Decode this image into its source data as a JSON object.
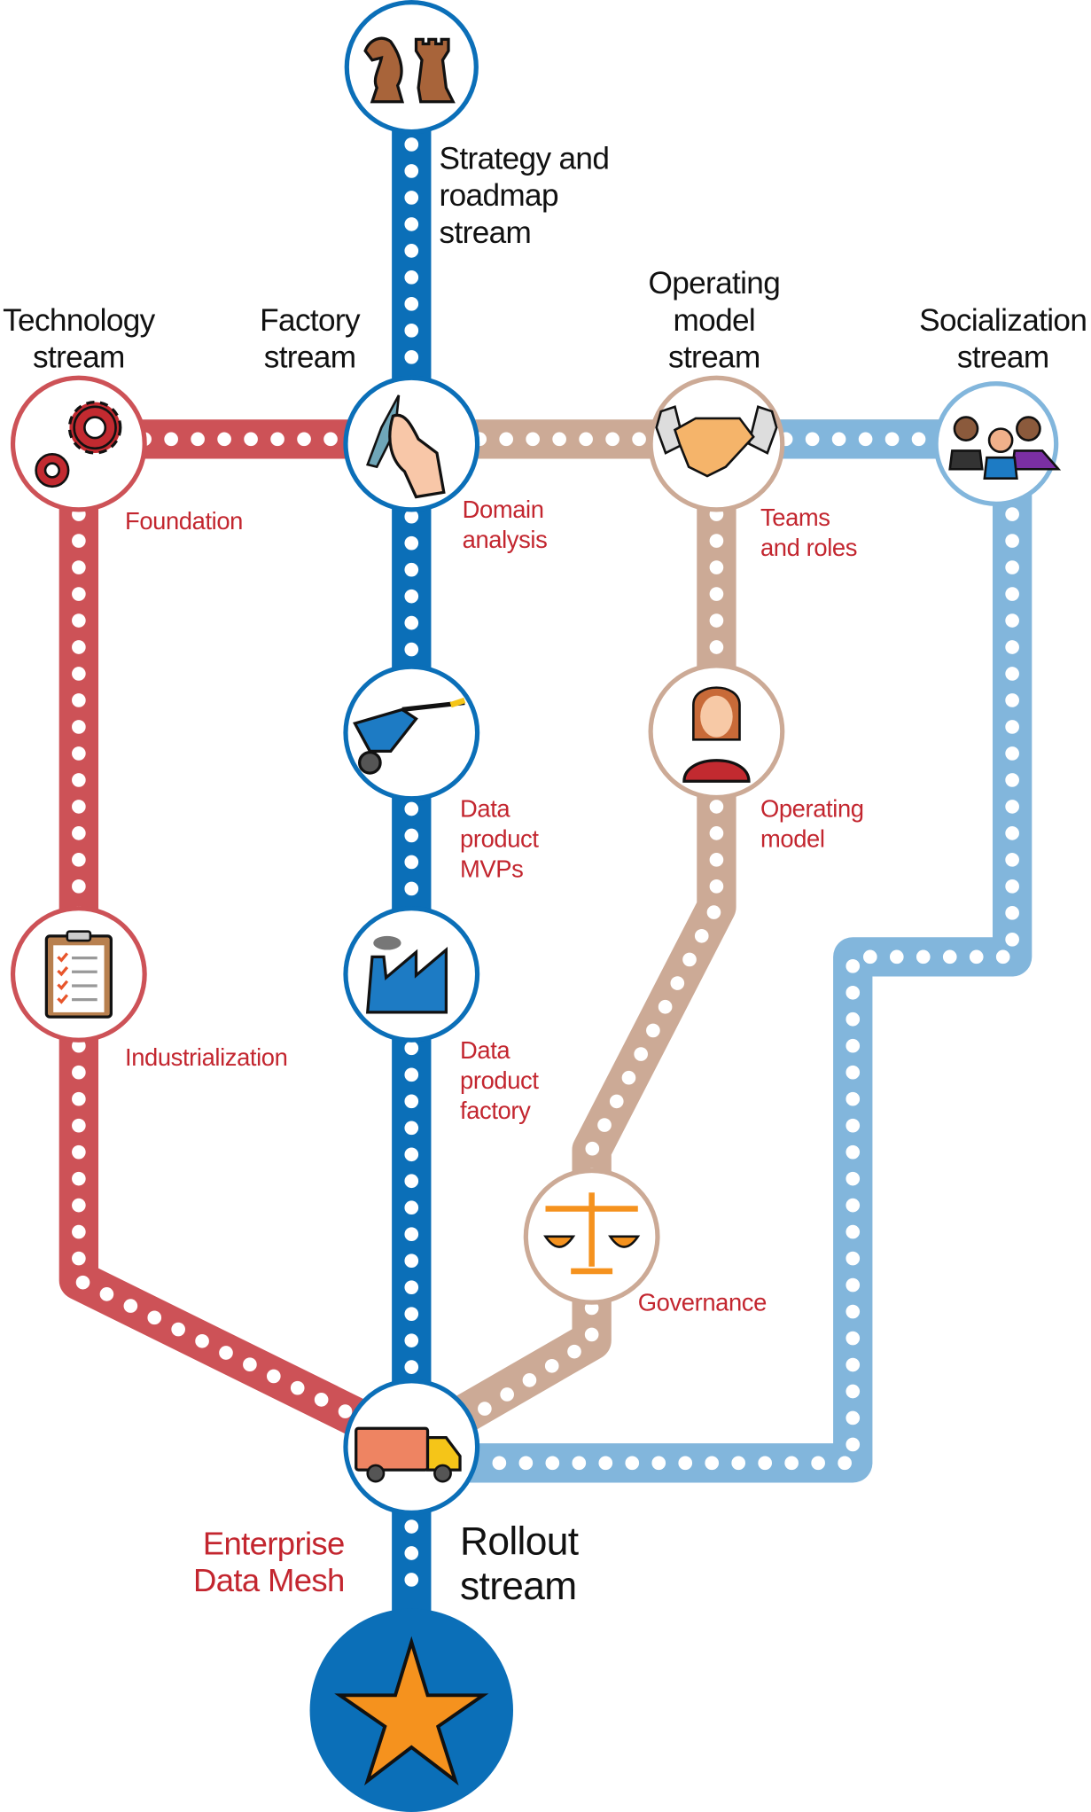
{
  "colors": {
    "rollout": "#0B6FB8",
    "technology": "#CD5257",
    "operating": "#CCAA96",
    "socialization": "#82B6DC",
    "label": "#C3262F",
    "star": "#F5921E"
  },
  "streams": {
    "strategy": [
      "Strategy and",
      "roadmap",
      "stream"
    ],
    "technology": [
      "Technology",
      "stream"
    ],
    "factory": [
      "Factory",
      "stream"
    ],
    "operating": [
      "Operating",
      "model",
      "stream"
    ],
    "socialization": [
      "Socialization",
      "stream"
    ],
    "rollout": [
      "Rollout",
      "stream"
    ]
  },
  "stations": {
    "foundation": [
      "Foundation"
    ],
    "domain_analysis": [
      "Domain",
      "analysis"
    ],
    "teams_roles": [
      "Teams",
      "and roles"
    ],
    "data_product_mvps": [
      "Data",
      "product",
      "MVPs"
    ],
    "operating_model": [
      "Operating",
      "model"
    ],
    "industrialization": [
      "Industrialization"
    ],
    "data_product_factory": [
      "Data",
      "product",
      "factory"
    ],
    "governance": [
      "Governance"
    ],
    "enterprise_data_mesh": [
      "Enterprise",
      "Data Mesh"
    ]
  },
  "icons": {
    "strategy": "chess-pieces-icon",
    "technology": "gears-icon",
    "factory": "hand-drawing-icon",
    "operating": "handshake-icon",
    "socialization": "people-group-icon",
    "mvps": "wheelbarrow-icon",
    "operating_model": "woman-avatar-icon",
    "industrialization": "clipboard-checklist-icon",
    "data_product_factory": "factory-icon",
    "governance": "scales-icon",
    "rollout": "truck-icon",
    "destination": "star-icon"
  }
}
